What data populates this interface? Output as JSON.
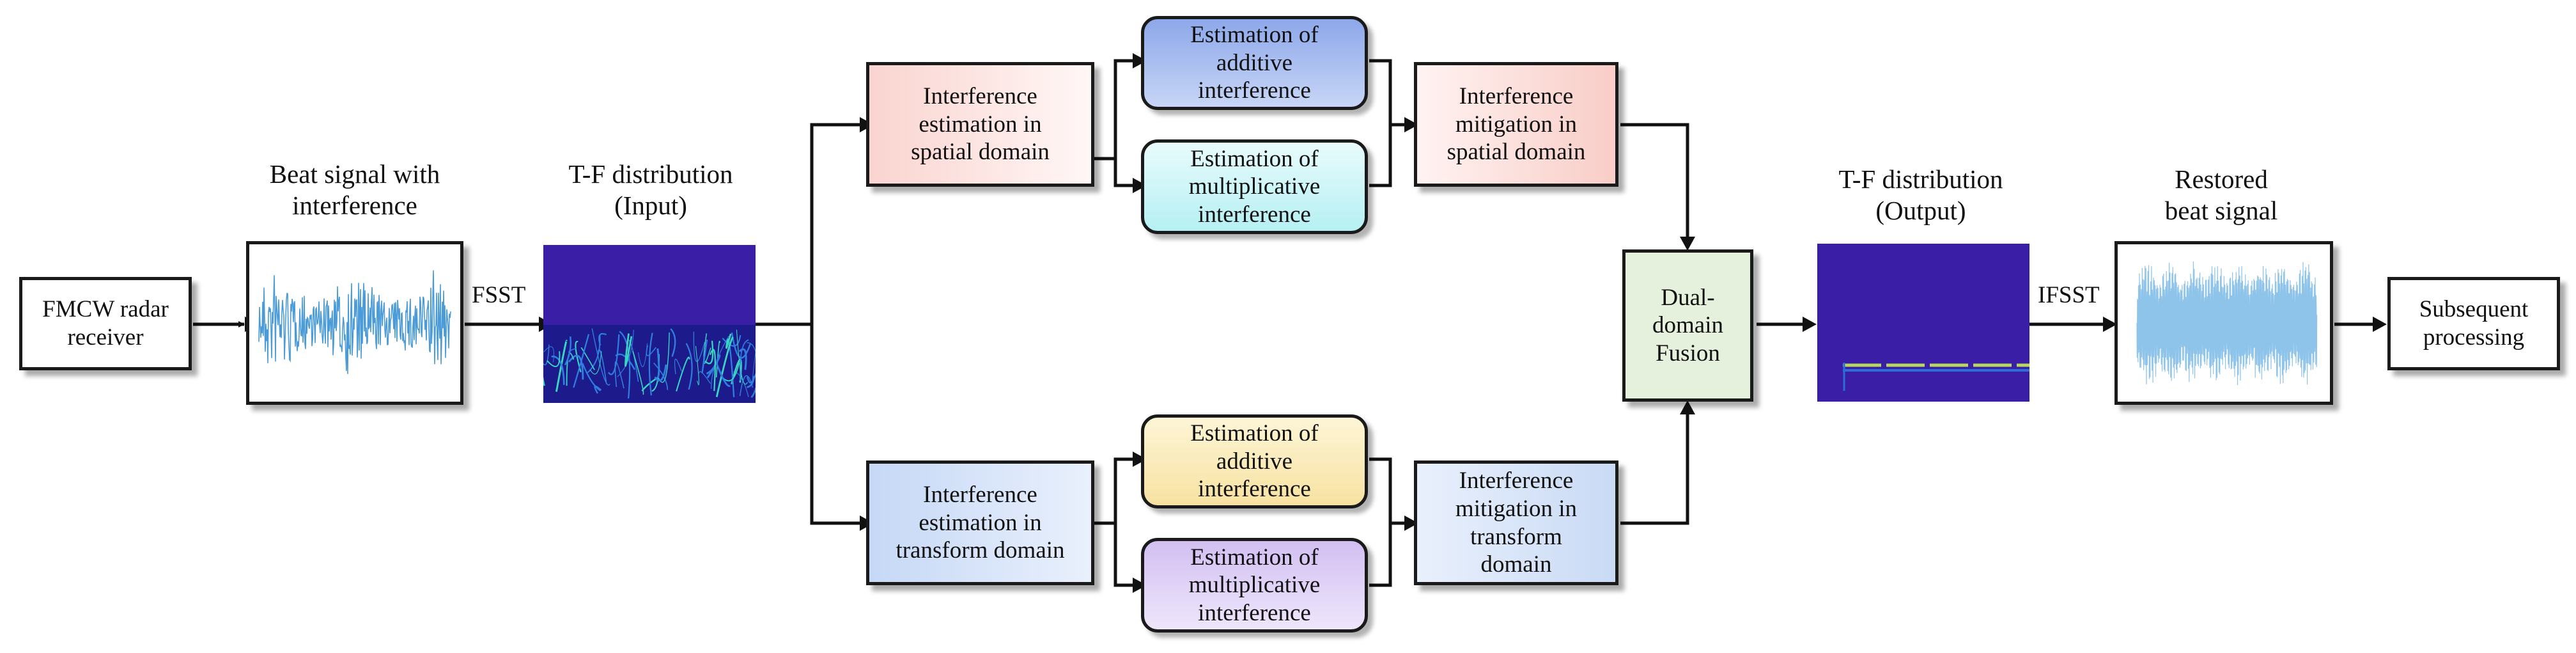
{
  "colors": {
    "red_fill": "#fde2df",
    "blue_a": "#a9bef0",
    "cyan": "#cdf6f8",
    "yellow": "#fbefc4",
    "purple": "#ddd0f6",
    "blue_light": "#d9e6fa",
    "green": "#e5f1dc",
    "spectrogram_bg": "#3a1fa6",
    "waveform": "#4a9bd8"
  },
  "nodes": {
    "fmcw": "FMCW radar\nreceiver",
    "beat_title": "Beat signal with\ninterference",
    "tf_in_title": "T-F distribution\n(Input)",
    "est_spatial": "Interference\nestimation in\nspatial domain",
    "add_top": "Estimation of\nadditive\ninterference",
    "mult_top": "Estimation of\nmultiplicative\ninterference",
    "mit_spatial": "Interference\nmitigation in\nspatial domain",
    "est_transform": "Interference\nestimation in\ntransform domain",
    "add_bot": "Estimation of\nadditive\ninterference",
    "mult_bot": "Estimation of\nmultiplicative\ninterference",
    "mit_transform": "Interference\nmitigation in\ntransform\ndomain",
    "fusion": "Dual-\ndomain\nFusion",
    "tf_out_title": "T-F distribution\n(Output)",
    "restored_title": "Restored\nbeat signal",
    "subsequent": "Subsequent\nprocessing"
  },
  "edges": {
    "fsst": "FSST",
    "ifsst": "IFSST"
  }
}
